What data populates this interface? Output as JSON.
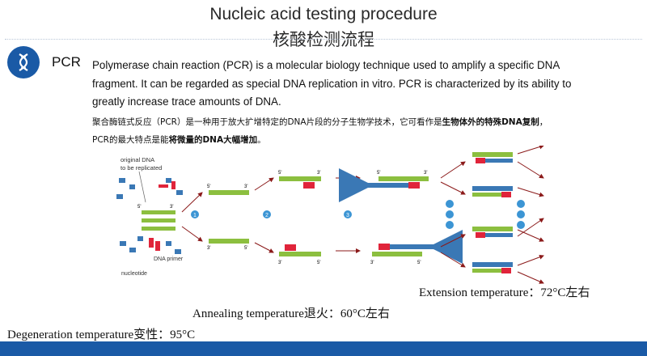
{
  "header": {
    "title_en": "Nucleic acid testing procedure",
    "title_zh": "核酸检测流程"
  },
  "section": {
    "icon": "dna-icon",
    "label": "PCR",
    "description_en": "Polymerase chain reaction (PCR) is a molecular biology technique used to amplify a specific DNA fragment. It can be regarded as special DNA replication in vitro. PCR is characterized by its ability to greatly increase trace amounts of DNA.",
    "description_zh_1": "聚合酶链式反应（PCR）是一种用于放大扩增特定的DNA片段的分子生物学技术，它可看作是",
    "description_zh_1_bold": "生物体外的特殊DNA复制",
    "description_zh_1_end": "，",
    "description_zh_2": "PCR的最大特点是能",
    "description_zh_2_bold": "将微量的DNA大幅增加",
    "description_zh_2_end": "。"
  },
  "diagram": {
    "label_original_dna": "original DNA",
    "label_to_be_replicated": "to be replicated",
    "label_dna_primer": "DNA primer",
    "label_nucleotide": "nucleotide",
    "step_1": "1",
    "step_2": "2",
    "step_3": "3",
    "end_5": "5'",
    "end_3": "3'",
    "colors": {
      "strand_green": "#8cbf3f",
      "strand_blue": "#3a78b5",
      "primer_red": "#e0243a",
      "arrow": "#8b1a1a",
      "step_circle": "#3c95d4"
    }
  },
  "temperatures": {
    "extension": "Extension temperature：72°C左右",
    "annealing": "Annealing temperature退火：60°C左右",
    "degeneration": "Degeneration temperature变性：95°C"
  }
}
